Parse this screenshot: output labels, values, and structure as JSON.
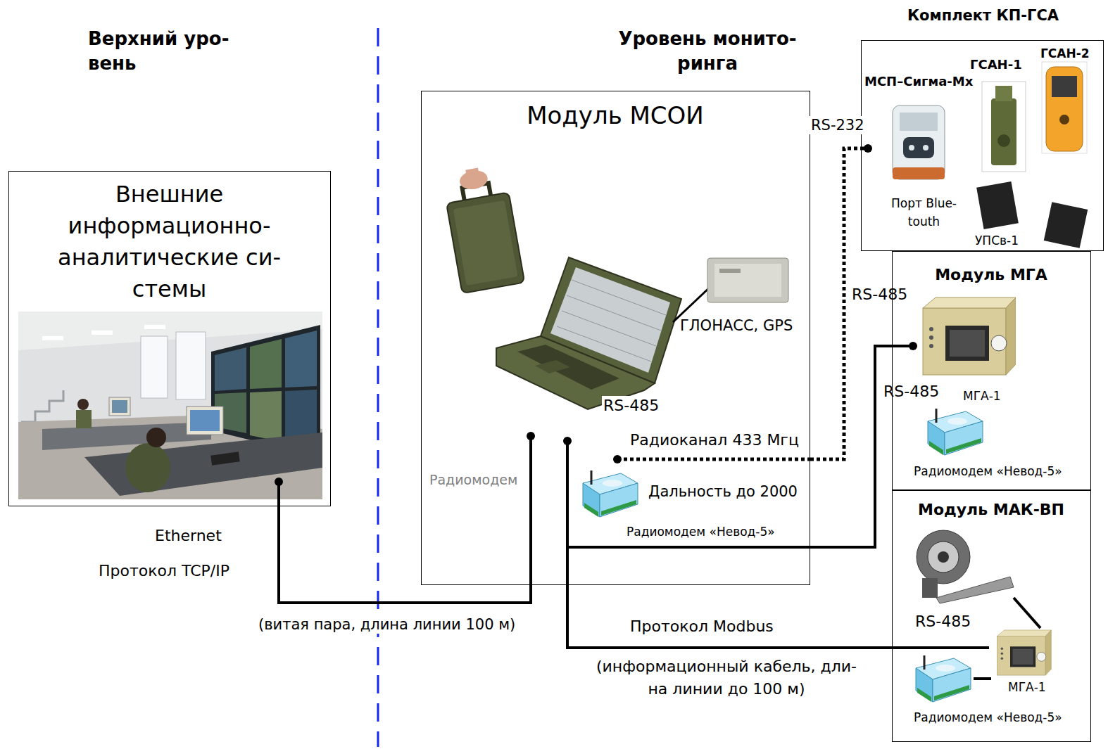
{
  "diagram": {
    "nodes": [
      {
        "text": [
          "Внешние информационно- аналитические си- стемы"
        ]
      },
      {
        "text": [
          "Модуль МСОИ"
        ]
      },
      {
        "text": [
          "Комплект КП-ГСА"
        ]
      },
      {
        "text": [
          "Модуль МГА"
        ]
      },
      {
        "text": [
          "Модуль МАК-ВП"
        ]
      }
    ],
    "edges": [
      {
        "from": 0,
        "to": 1,
        "arrow": "none"
      },
      {
        "from": 1,
        "to": 3,
        "arrow": "none"
      },
      {
        "from": 1,
        "to": 4,
        "arrow": "none"
      },
      {
        "from": 1,
        "to": 2,
        "arrow": "none"
      }
    ],
    "labels": [
      "Верхний уро- вень",
      "Уровень монито- ринга",
      "МСП–Сигма-Мх",
      "ГСАН-1",
      "ГСАН-2",
      "RS-232",
      "Порт Blue- touth",
      "УПСв-1",
      "ГЛОНАСС, GPS",
      "RS-485",
      "RS-485",
      "RS-485",
      "МГА-1",
      "Радиоканал 433 Мгц",
      "Радиомодем",
      "Радиомодем «Невод-5»",
      "Дальность до 2000",
      "Радиомодем «Невод-5»",
      "Ethernet",
      "Протокол TCP/IP",
      "RS-485",
      "(витая пара, длина линии 100 м)",
      "Протокол Modbus",
      "МГА-1",
      "(информационный кабель, дли- на линии до 100 м)",
      "Радиомодем «Невод-5»"
    ]
  }
}
